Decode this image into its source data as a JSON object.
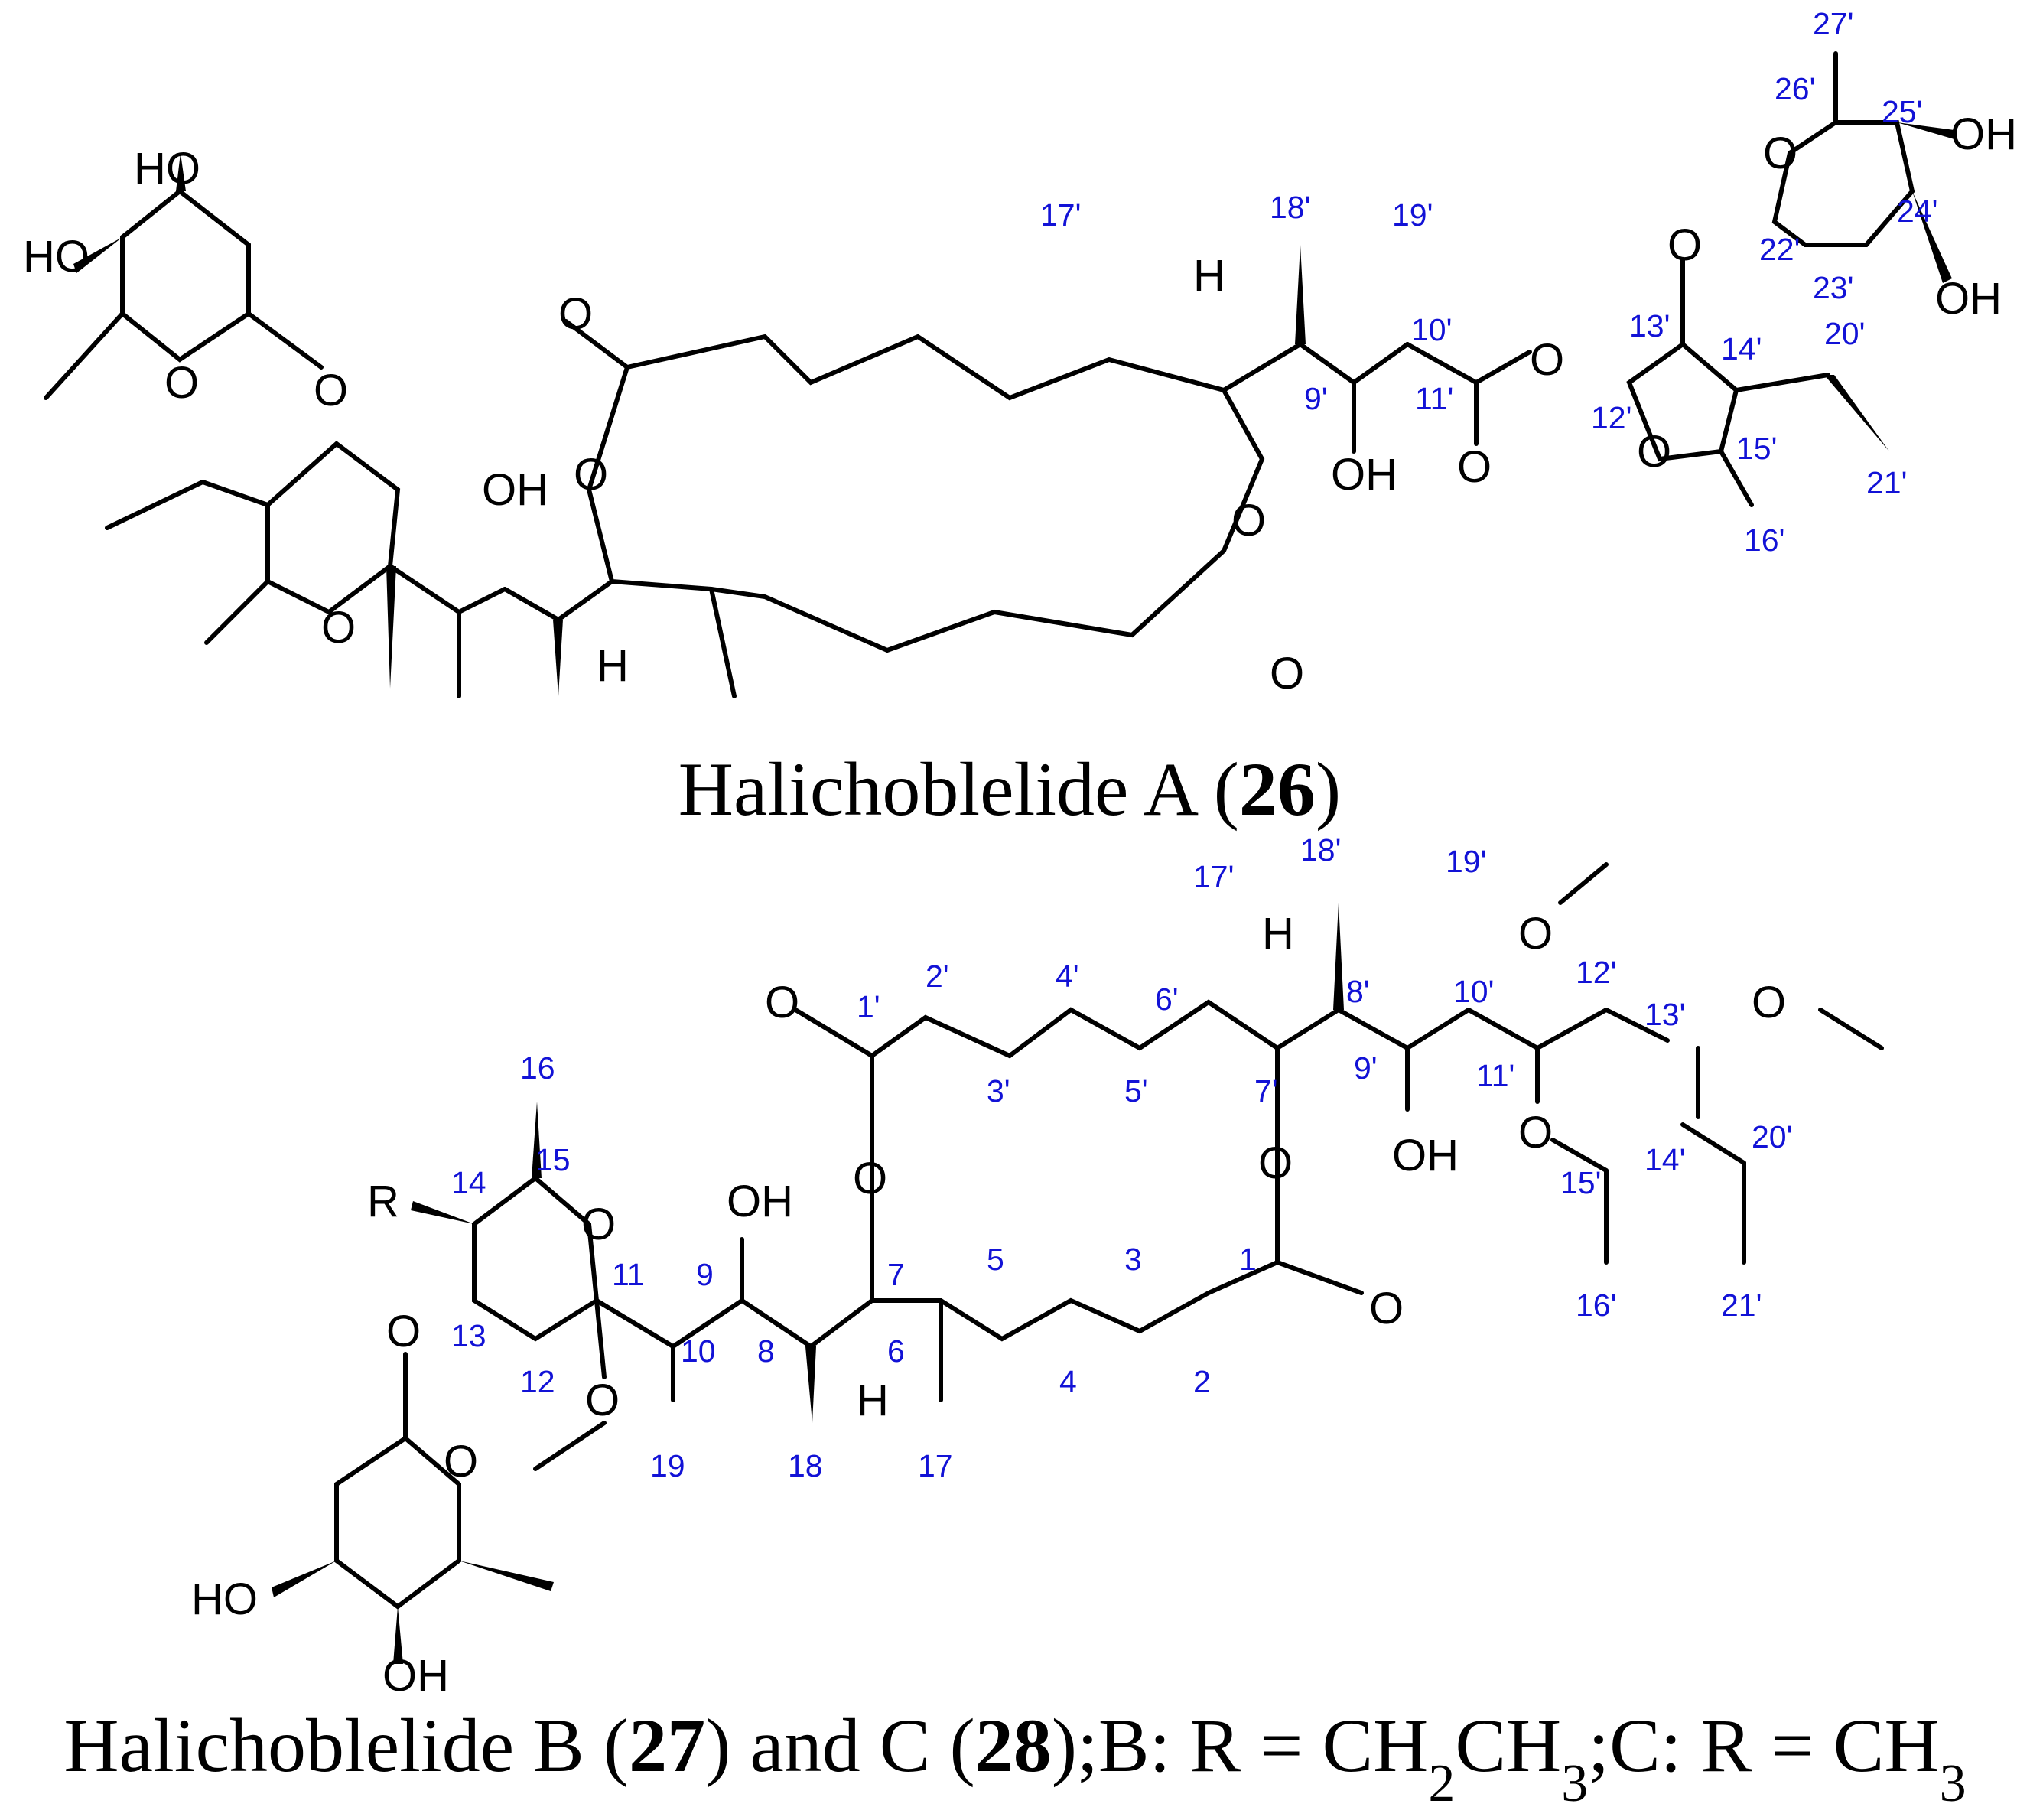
{
  "colors": {
    "bonds": "#000000",
    "atom_labels": "#000000",
    "locants": "#1212d6",
    "background": "#ffffff"
  },
  "figure_a": {
    "caption": {
      "name": "Halichoblelide A (",
      "compound_number": "26",
      "close": ")"
    },
    "atoms": {
      "o": "O",
      "oh": "OH",
      "ho": "HO",
      "h": "H"
    },
    "locants": [
      "17'",
      "18'",
      "19'",
      "10'",
      "9'",
      "11'",
      "12'",
      "13'",
      "14'",
      "15'",
      "16'",
      "20'",
      "21'",
      "22'",
      "23'",
      "24'",
      "25'",
      "26'",
      "27'"
    ]
  },
  "figure_b": {
    "caption": {
      "name_b": "Halichoblelide B (",
      "number_b": "27",
      "mid": ") and C (",
      "number_c": "28",
      "def_b": ");B: R = CH",
      "sub1": "2",
      "def_b2": "CH",
      "sub2": "3",
      "def_c": ";C: R = CH",
      "sub3": "3"
    },
    "atoms": {
      "o": "O",
      "oh": "OH",
      "ho": "HO",
      "h": "H",
      "r": "R"
    },
    "locants": [
      "1'",
      "2'",
      "3'",
      "4'",
      "5'",
      "6'",
      "7'",
      "8'",
      "9'",
      "10'",
      "11'",
      "12'",
      "13'",
      "14'",
      "15'",
      "16'",
      "17'",
      "18'",
      "19'",
      "20'",
      "21'",
      "1",
      "2",
      "3",
      "4",
      "5",
      "6",
      "7",
      "8",
      "9",
      "10",
      "11",
      "12",
      "13",
      "14",
      "15",
      "16",
      "17",
      "18",
      "19"
    ]
  }
}
